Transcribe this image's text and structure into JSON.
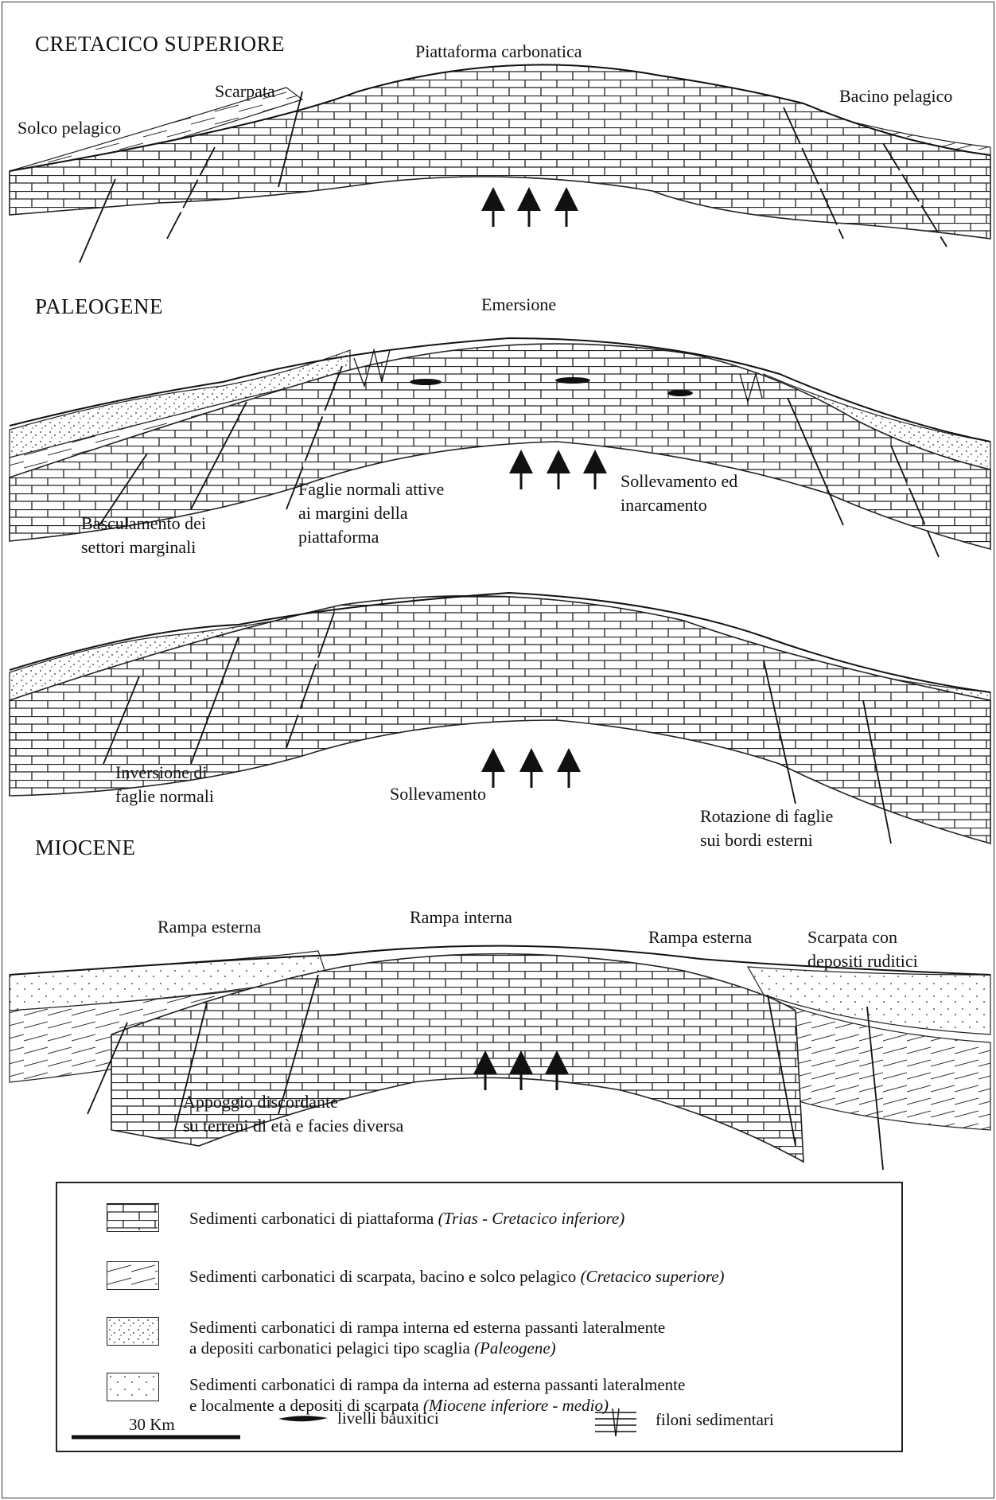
{
  "panels": [
    {
      "stage": "CRETACICO SUPERIORE",
      "labels": {
        "platform": "Piattaforma carbonatica",
        "scarp": "Scarpata",
        "trough": "Solco pelagico",
        "basin": "Bacino pelagico"
      }
    },
    {
      "stage": "PALEOGENE",
      "labels": {
        "emersion": "Emersione",
        "faults_1": "Faglie normali attive",
        "faults_2": "ai margini della",
        "faults_3": "piattaforma",
        "tilt_1": "Basculamento dei",
        "tilt_2": "settori marginali",
        "uplift_1": "Sollevamento ed",
        "uplift_2": "inarcamento"
      }
    },
    {
      "stage": "",
      "labels": {
        "inversion_1": "Inversione di",
        "inversion_2": "faglie normali",
        "uplift": "Sollevamento",
        "rotation_1": "Rotazione di faglie",
        "rotation_2": "sui bordi esterni"
      }
    },
    {
      "stage": "MIOCENE",
      "labels": {
        "outer_ramp_left": "Rampa esterna",
        "inner_ramp": "Rampa interna",
        "outer_ramp_right": "Rampa esterna",
        "scarp_1": "Scarpata con",
        "scarp_2": "depositi ruditici",
        "onlap_1": "Appoggio discordante",
        "onlap_2": "su terreni di età e facies diversa"
      }
    }
  ],
  "legend": {
    "items": [
      {
        "symbol": "brick-pattern",
        "text": "Sedimenti carbonatici di piattaforma ",
        "age": "(Trias - Cretacico inferiore)"
      },
      {
        "symbol": "slope-lines-pattern",
        "text": "Sedimenti carbonatici di scarpata, bacino e solco pelagico ",
        "age": "(Cretacico superiore)"
      },
      {
        "symbol": "dense-dots-pattern",
        "text_1": "Sedimenti carbonatici di rampa interna ed esterna passanti lateralmente",
        "text_2": "a depositi carbonatici pelagici tipo scaglia ",
        "age": "(Paleogene)"
      },
      {
        "symbol": "sparse-dots-pattern",
        "text_1": "Sedimenti carbonatici di rampa da interna ad esterna passanti lateralmente",
        "text_2": "e localmente a depositi di scarpata ",
        "age": "(Miocene inferiore - medio)"
      }
    ],
    "scale": "30 Km",
    "bauxite": "livelli bauxitici",
    "dykes": "filoni sedimentari"
  }
}
